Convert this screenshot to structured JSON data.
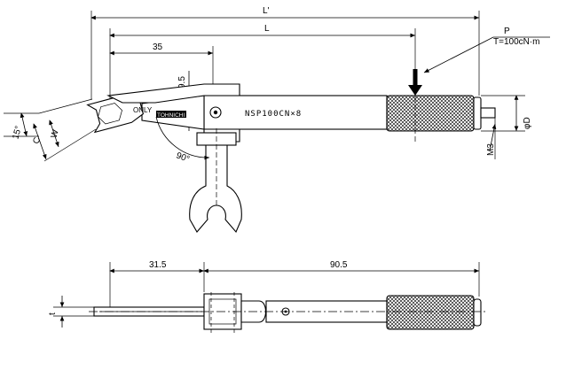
{
  "drawing": {
    "dims": {
      "overall_length": "L'",
      "effective_length": "L",
      "head_offset": "35",
      "neck_thickness": "9.5",
      "load_point": "P",
      "torque": "T=100cN·m",
      "grip_diameter": "φD",
      "thread": "M3",
      "angle_15": "15°",
      "angle_90": "90°",
      "width_across": "W",
      "head_size": "C",
      "bottom_left": "31.5",
      "bottom_right": "90.5",
      "thickness": "t"
    },
    "markings": {
      "only": "ONLY",
      "brand": "TOHNICHI",
      "model": "NSP100CN×8"
    }
  }
}
